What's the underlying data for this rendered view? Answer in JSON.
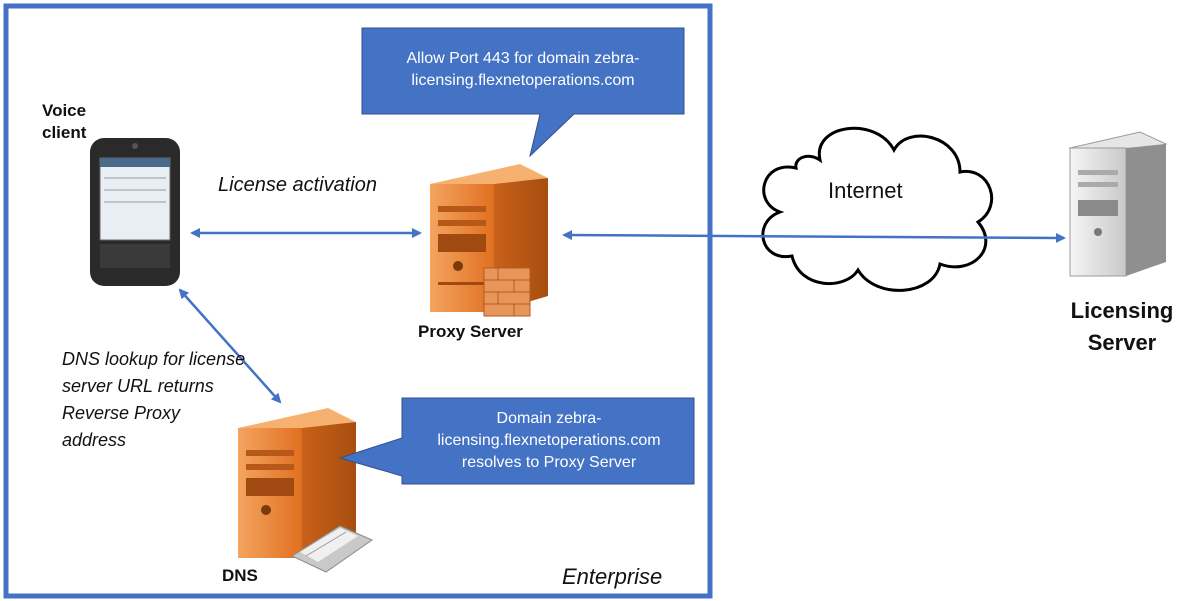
{
  "labels": {
    "voice_client": "Voice client",
    "license_activation": "License activation",
    "proxy_server": "Proxy Server",
    "internet": "Internet",
    "licensing_server": "Licensing Server",
    "dns_lookup": "DNS lookup for license server URL returns Reverse Proxy address",
    "dns": "DNS",
    "enterprise": "Enterprise"
  },
  "callouts": {
    "proxy_note": "Allow Port 443 for domain zebra-licensing.flexnetoperations.com",
    "dns_note": "Domain zebra-licensing.flexnetoperations.com resolves to Proxy Server"
  },
  "colors": {
    "enterprise_border": "#4472c4",
    "arrow": "#4472c4",
    "callout_fill": "#4472c4",
    "server_orange": "#e8832a",
    "licensing_server_gray": "#d9d9d9"
  },
  "icons": {
    "voice_client": "mobile-phone-icon",
    "proxy": "server-firewall-icon",
    "dns": "server-icon",
    "cloud": "cloud-icon",
    "licensing": "gray-server-icon"
  }
}
